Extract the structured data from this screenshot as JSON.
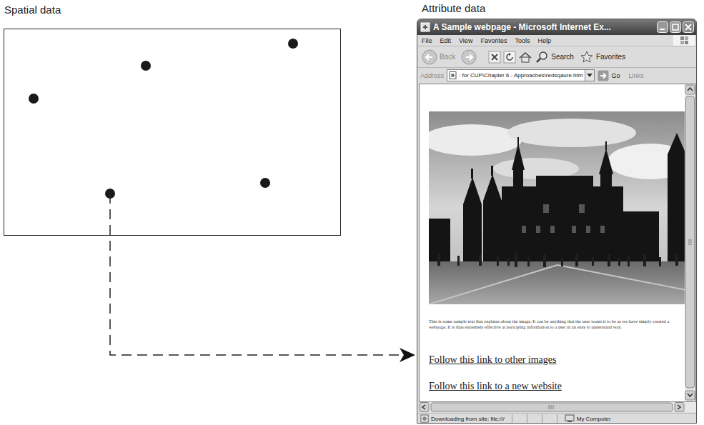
{
  "diagram": {
    "nodes": [
      {
        "text": [
          "Spatial data"
        ]
      },
      {
        "text": [
          "Attribute data",
          "A Sample webpage - Microsoft Internet Ex...",
          "File",
          "Edit",
          "View",
          "Favorites",
          "Tools",
          "Help",
          "Back",
          "Search",
          "Favorites",
          "Address",
          ": for CUP\\Chapter 6 - Approaches\\redsqaure.htm",
          "Go",
          "Links",
          "This is some sample text that explains about the image. It can be anything that the user wants it to be as we have simply created a webpage. It is thus extremely effective at portraying information to a user in an easy to understand way.",
          "Follow this link to other images",
          "Follow this link to a new website",
          "Downloading from site: file:///",
          "My Computer"
        ]
      }
    ],
    "edges": [
      {
        "from": 0,
        "to": 1,
        "arrow": "to"
      }
    ]
  }
}
